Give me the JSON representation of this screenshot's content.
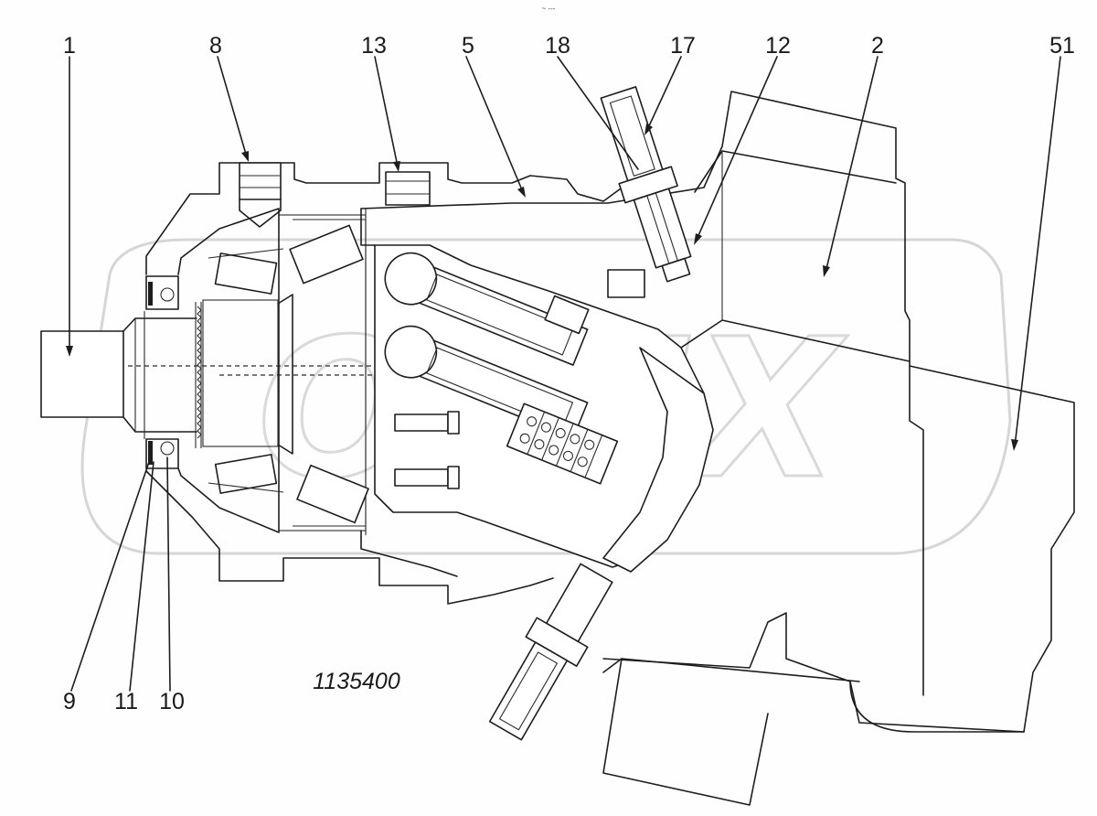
{
  "drawing_number": "1135400",
  "top_mark": "~ ---",
  "callouts": [
    "1",
    "8",
    "13",
    "5",
    "18",
    "17",
    "12",
    "2",
    "51",
    "9",
    "11",
    "10"
  ],
  "watermark_text": "OPEX"
}
